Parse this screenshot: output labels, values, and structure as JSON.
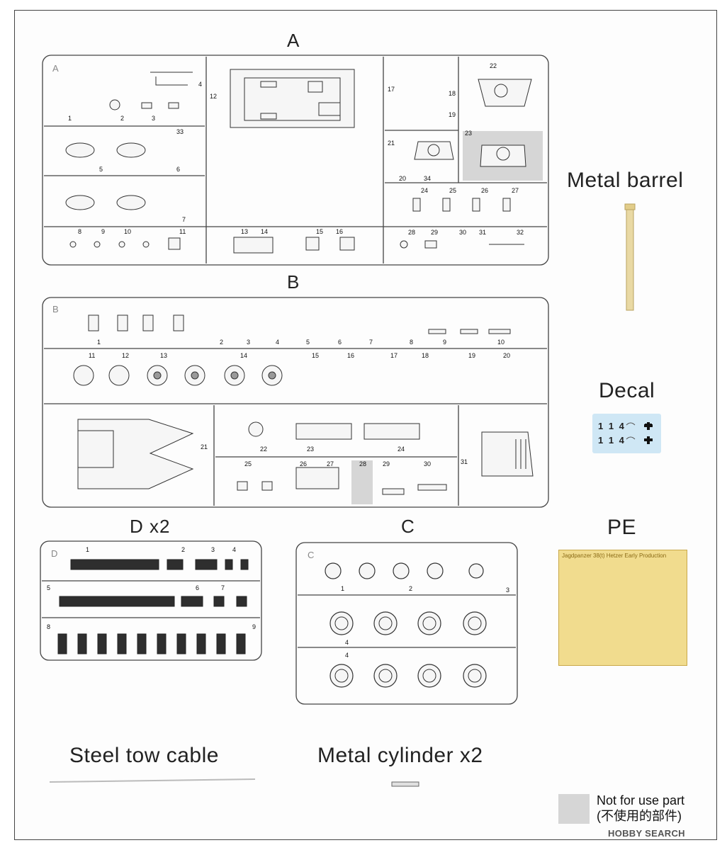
{
  "sprues": {
    "A": {
      "title": "A",
      "corner": "A",
      "numbers": [
        "1",
        "2",
        "3",
        "4",
        "5",
        "6",
        "7",
        "8",
        "9",
        "10",
        "11",
        "12",
        "13",
        "14",
        "15",
        "16",
        "17",
        "18",
        "19",
        "20",
        "21",
        "22",
        "23",
        "24",
        "25",
        "26",
        "27",
        "28",
        "29",
        "30",
        "31",
        "32",
        "33",
        "34"
      ]
    },
    "B": {
      "title": "B",
      "corner": "B",
      "numbers": [
        "1",
        "2",
        "3",
        "4",
        "5",
        "6",
        "7",
        "8",
        "9",
        "10",
        "11",
        "12",
        "13",
        "14",
        "15",
        "16",
        "17",
        "18",
        "19",
        "20",
        "21",
        "22",
        "23",
        "24",
        "25",
        "26",
        "27",
        "28",
        "29",
        "30",
        "31"
      ]
    },
    "D": {
      "title": "D x2",
      "corner": "D",
      "numbers": [
        "1",
        "2",
        "3",
        "4",
        "5",
        "6",
        "7",
        "8",
        "9"
      ]
    },
    "C": {
      "title": "C",
      "corner": "C",
      "numbers": [
        "1",
        "2",
        "3",
        "4",
        "4"
      ]
    }
  },
  "extras": {
    "metal_barrel": "Metal barrel",
    "decal": "Decal",
    "decal_row1": "1 1 4",
    "decal_row2": "1 1 4",
    "pe": "PE",
    "pe_title": "Jagdpanzer 38(t) Hetzer Early Production",
    "tow_cable": "Steel tow cable",
    "cylinder": "Metal cylinder x2"
  },
  "legend": {
    "line1": "Not for use part",
    "line2": "(不使用的部件)",
    "swatch_color": "#d6d6d6"
  },
  "watermark": "HOBBY SEARCH",
  "colors": {
    "line": "#444444",
    "unused_fill": "#d6d6d6",
    "barrel": "#e9d9a4",
    "decal_bg": "#cfe7f5",
    "pe_bg": "#f1dc8e"
  }
}
